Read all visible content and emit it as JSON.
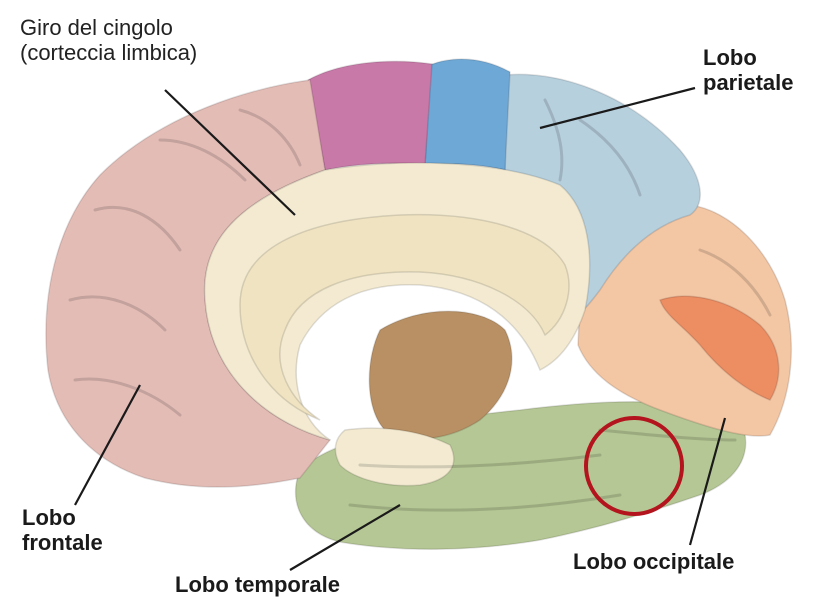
{
  "labels": {
    "cingulate": {
      "line1": "Giro del cingolo",
      "line2": "(corteccia limbica)"
    },
    "parietal": {
      "line1": "Lobo",
      "line2": "parietale"
    },
    "frontal": {
      "line1": "Lobo",
      "line2": "frontale"
    },
    "temporal": {
      "text": "Lobo temporale"
    },
    "occipital": {
      "text": "Lobo occipitale"
    }
  },
  "colors": {
    "frontal": "#e4bcb6",
    "motor": "#c879a8",
    "somatosensory": "#6ea8d6",
    "parietal": "#b7d0de",
    "occipital": "#f3c6a4",
    "visual_cortex": "#ec8d62",
    "temporal": "#b5c794",
    "cingulate": "#f3ead1",
    "corpus_callosum": "#efe3c2",
    "thalamus": "#b89064",
    "highlight_circle": "#b3141d",
    "leader_line": "#1a1a1a"
  }
}
